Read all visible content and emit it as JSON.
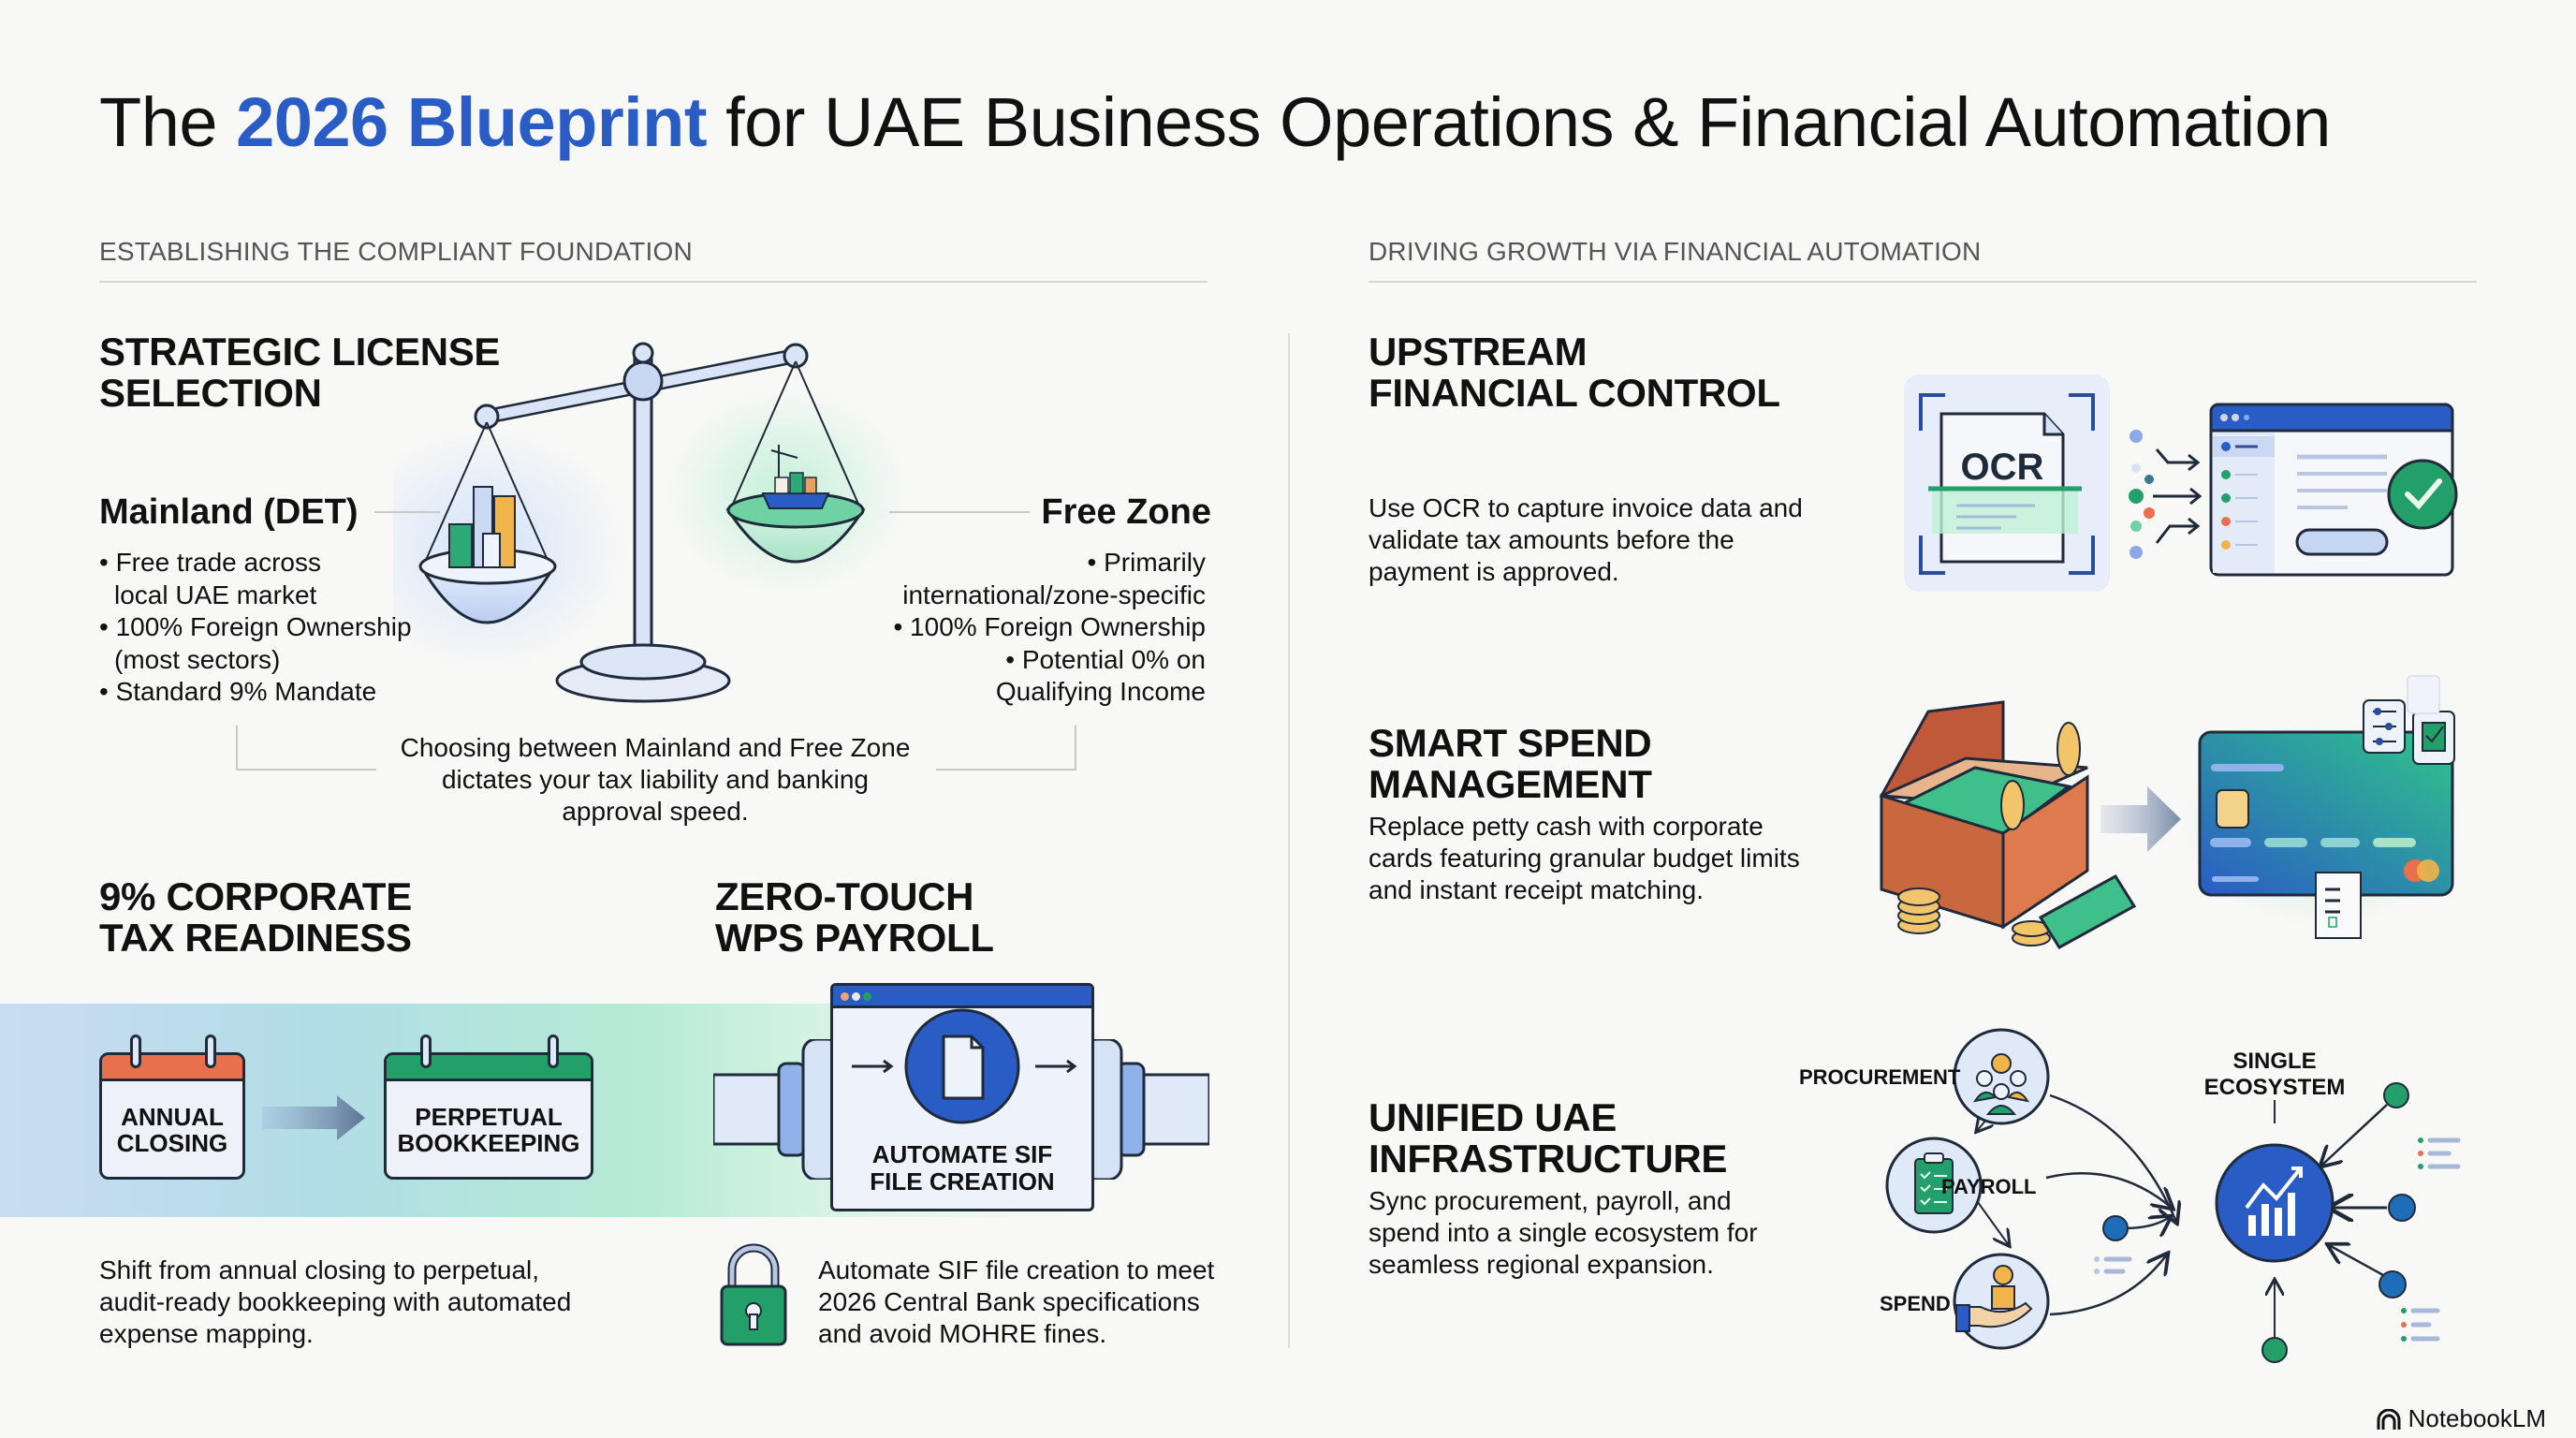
{
  "title": {
    "prefix": "The ",
    "accent": "2026 Blueprint",
    "suffix": " for UAE Business Operations & Financial Automation",
    "accent_color": "#2a5cc5"
  },
  "left_column": {
    "section_label": "ESTABLISHING THE COMPLIANT FOUNDATION",
    "license": {
      "heading_line1": "STRATEGIC LICENSE",
      "heading_line2": "SELECTION",
      "mainland": {
        "title": "Mainland (DET)",
        "bullets": [
          "• Free trade across",
          "  local UAE market",
          "• 100% Foreign Ownership",
          "  (most sectors)",
          "• Standard 9% Mandate"
        ]
      },
      "free_zone": {
        "title": "Free Zone",
        "bullets": [
          "• Primarily",
          "international/zone-specific",
          "• 100% Foreign Ownership",
          "• Potential 0% on",
          "Qualifying Income"
        ]
      },
      "caption_lines": [
        "Choosing between Mainland and Free Zone",
        "dictates your tax liability and banking",
        "approval speed."
      ],
      "scale_icon": "balance-scale-icon"
    },
    "tax": {
      "heading_line1": "9% CORPORATE",
      "heading_line2": "TAX READINESS",
      "from_card": {
        "line1": "ANNUAL",
        "line2": "CLOSING",
        "color": "#e8704c"
      },
      "to_card": {
        "line1": "PERPETUAL",
        "line2": "BOOKKEEPING",
        "color": "#23a06a"
      },
      "description_lines": [
        "Shift from annual closing to perpetual,",
        "audit-ready bookkeeping with automated",
        "expense mapping."
      ]
    },
    "payroll": {
      "heading_line1": "ZERO-TOUCH",
      "heading_line2": "WPS PAYROLL",
      "window_label_line1": "AUTOMATE SIF",
      "window_label_line2": "FILE CREATION",
      "description_lines": [
        "Automate SIF file creation to meet",
        "2026 Central Bank specifications",
        "and avoid MOHRE fines."
      ],
      "lock_icon": "padlock-icon"
    }
  },
  "right_column": {
    "section_label": "DRIVING GROWTH VIA FINANCIAL AUTOMATION",
    "upstream": {
      "heading_line1": "UPSTREAM",
      "heading_line2": "FINANCIAL CONTROL",
      "ocr_label": "OCR",
      "description_lines": [
        "Use OCR to capture invoice data and",
        "validate tax amounts before the",
        "payment is approved."
      ]
    },
    "spend": {
      "heading_line1": "SMART SPEND",
      "heading_line2": "MANAGEMENT",
      "description_lines": [
        "Replace petty cash with corporate",
        "cards featuring granular budget limits",
        "and instant receipt matching."
      ]
    },
    "infrastructure": {
      "heading_line1": "UNIFIED UAE",
      "heading_line2": "INFRASTRUCTURE",
      "description_lines": [
        "Sync procurement, payroll, and",
        "spend into a single ecosystem for",
        "seamless regional expansion."
      ],
      "nodes": {
        "procurement": "PROCUREMENT",
        "payroll": "PAYROLL",
        "spend": "SPEND",
        "hub_line1": "SINGLE",
        "hub_line2": "ECOSYSTEM"
      }
    }
  },
  "footer": {
    "brand": "NotebookLM"
  }
}
